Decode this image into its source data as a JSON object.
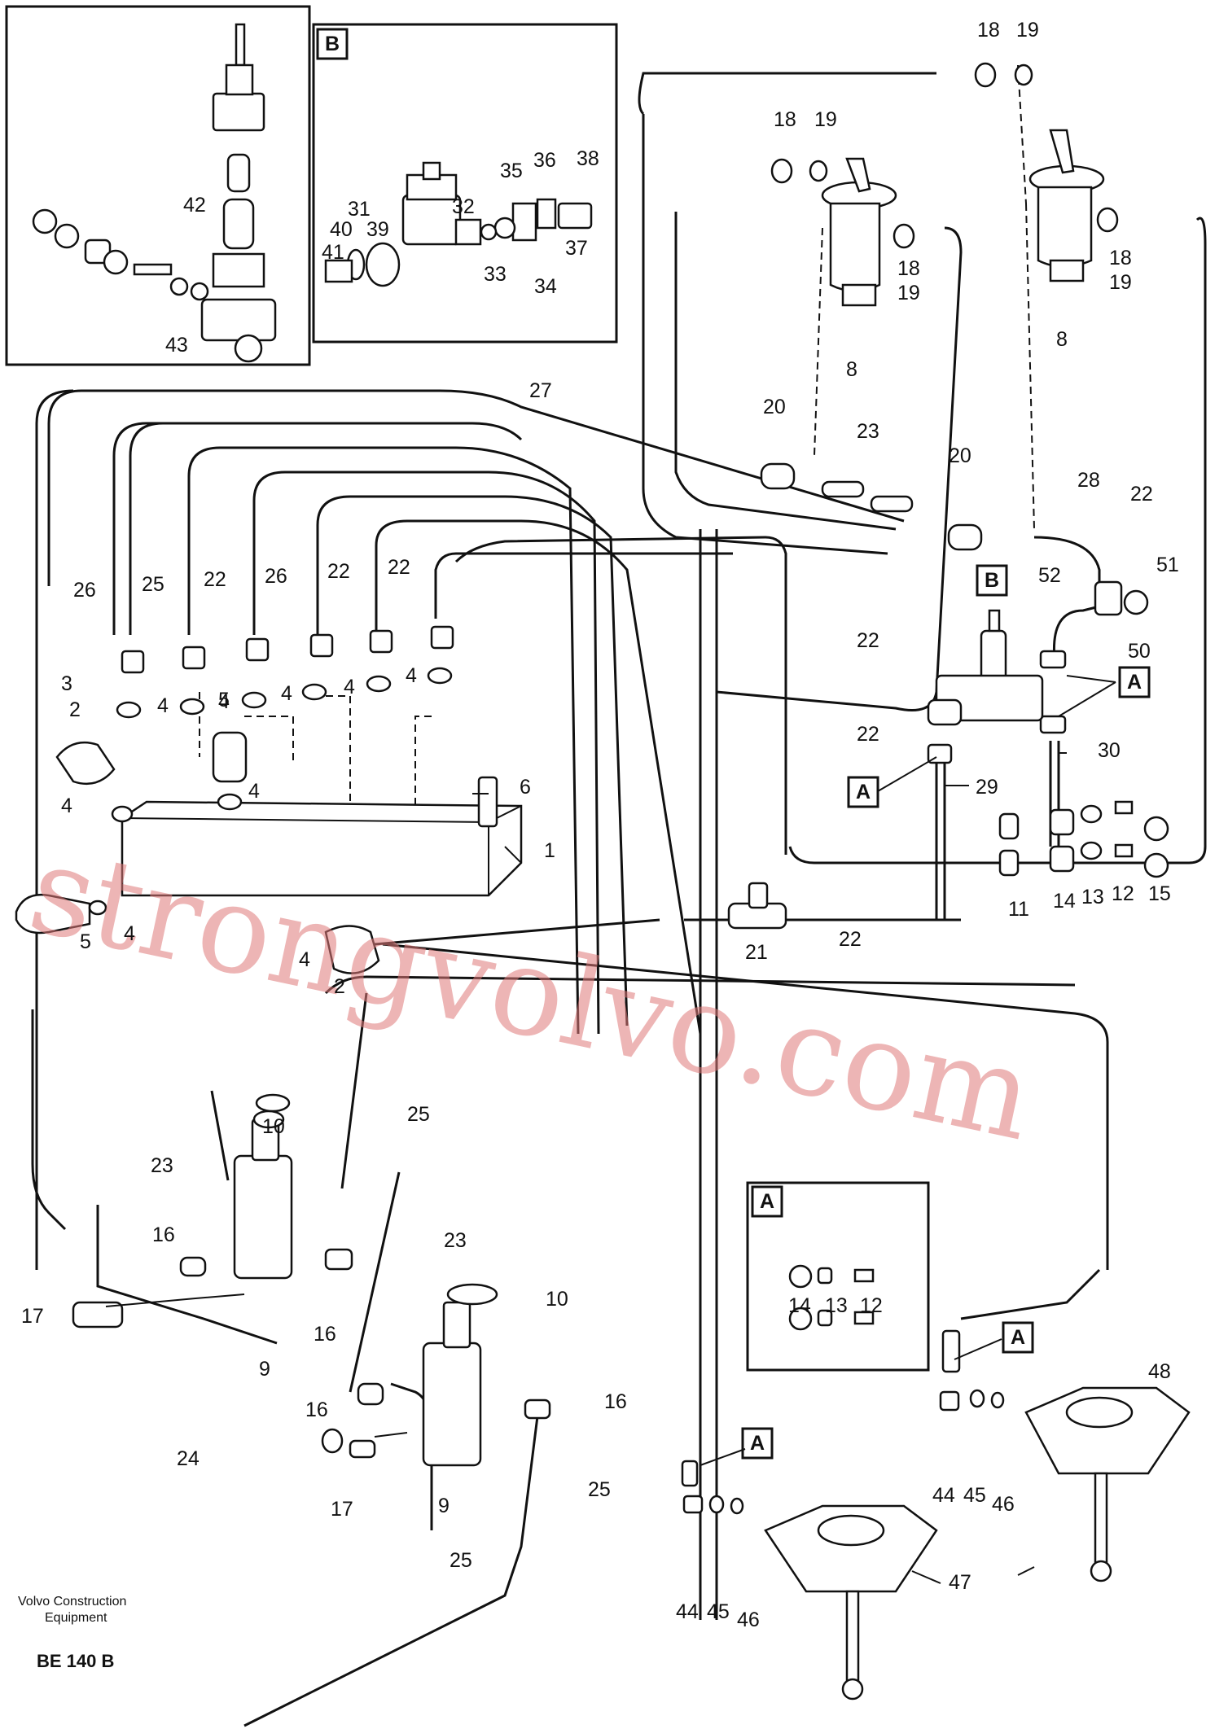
{
  "title": {
    "line1": "Volvo Construction",
    "line2": "Equipment",
    "code": "BE 140 B"
  },
  "watermark": "strongvolvo.com",
  "detail_tags": {
    "a": "A",
    "b": "B"
  },
  "labels": {
    "n1": "1",
    "n2": "2",
    "n3": "3",
    "n4": "4",
    "n5": "5",
    "n6": "6",
    "n8": "8",
    "n9": "9",
    "n10": "10",
    "n11": "11",
    "n12": "12",
    "n13": "13",
    "n14": "14",
    "n15": "15",
    "n16": "16",
    "n17": "17",
    "n18": "18",
    "n19": "19",
    "n20": "20",
    "n21": "21",
    "n22": "22",
    "n23": "23",
    "n24": "24",
    "n25": "25",
    "n26": "26",
    "n27": "27",
    "n28": "28",
    "n29": "29",
    "n30": "30",
    "n31": "31",
    "n32": "32",
    "n33": "33",
    "n34": "34",
    "n35": "35",
    "n36": "36",
    "n37": "37",
    "n38": "38",
    "n39": "39",
    "n40": "40",
    "n41": "41",
    "n42": "42",
    "n43": "43",
    "n44": "44",
    "n45": "45",
    "n46": "46",
    "n47": "47",
    "n48": "48",
    "n50": "50",
    "n51": "51",
    "n52": "52"
  }
}
